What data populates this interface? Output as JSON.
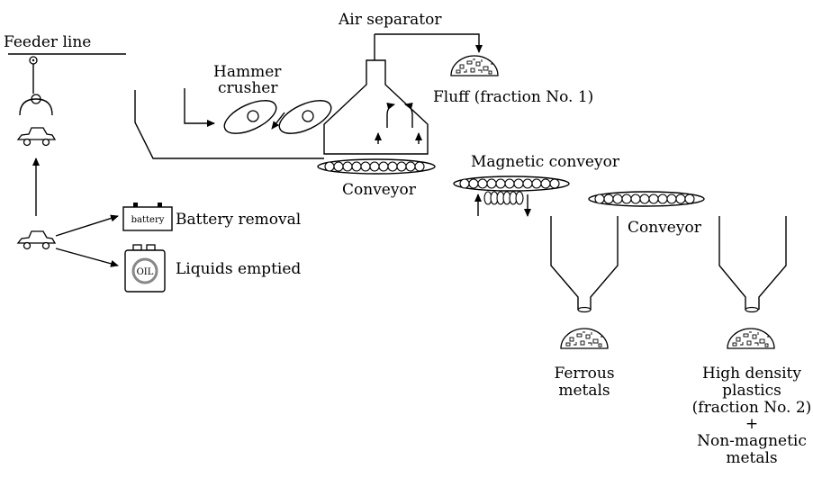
{
  "labels": {
    "feeder_line": "Feeder line",
    "air_separator": "Air separator",
    "hammer_crusher_1": "Hammer",
    "hammer_crusher_2": "crusher",
    "fluff": "Fluff (fraction No. 1)",
    "magnetic_conveyor": "Magnetic conveyor",
    "conveyor_1": "Conveyor",
    "conveyor_2": "Conveyor",
    "battery_removal": "Battery removal",
    "battery_icon_text": "battery",
    "liquids_emptied": "Liquids emptied",
    "oil_icon_text": "OIL",
    "ferrous_1": "Ferrous",
    "ferrous_2": "metals",
    "hdp_1": "High density",
    "hdp_2": "plastics",
    "hdp_3": "(fraction No. 2)",
    "hdp_plus": "+",
    "hdp_4": "Non-magnetic",
    "hdp_5": "metals"
  },
  "icons": [
    "car-icon",
    "hook-icon",
    "battery-icon",
    "oil-can-icon",
    "fluff-pile-icon",
    "hammer-disc-icon",
    "arrow-icon"
  ]
}
